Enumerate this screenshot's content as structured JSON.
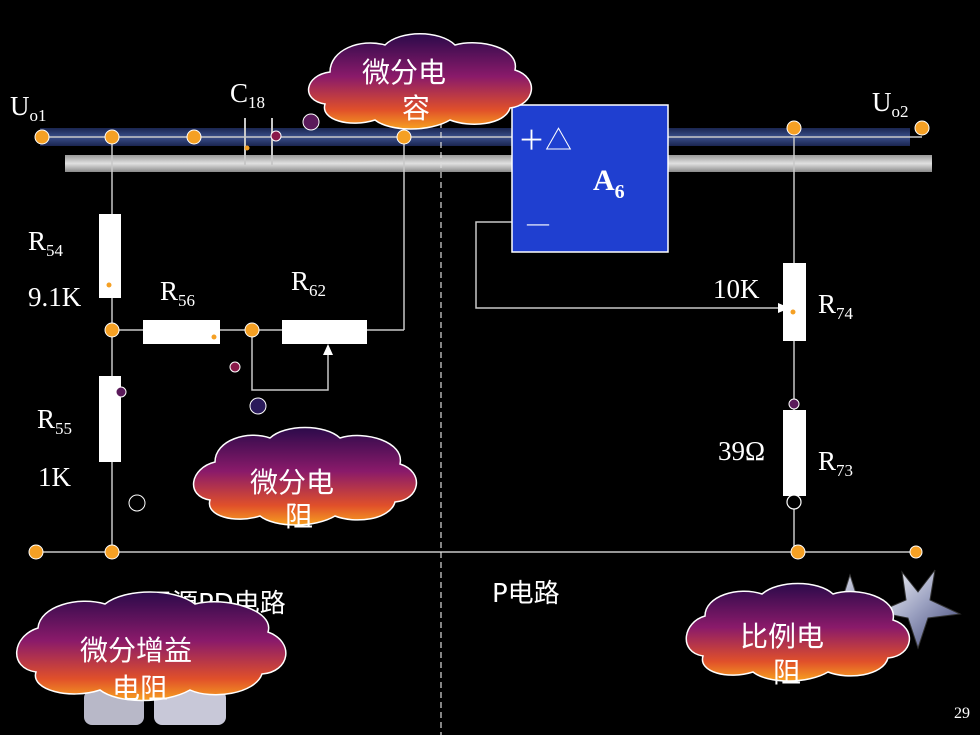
{
  "labels": {
    "uo1": "U",
    "uo1_sub": "o1",
    "uo2": "U",
    "uo2_sub": "o2",
    "c18": "C",
    "c18_sub": "18",
    "r54": "R",
    "r54_sub": "54",
    "r54_val": "9.1K",
    "r56": "R",
    "r56_sub": "56",
    "r62": "R",
    "r62_sub": "62",
    "r55": "R",
    "r55_sub": "55",
    "r55_val": "1K",
    "r74": "R",
    "r74_sub": "74",
    "r74_val": "10K",
    "r73": "R",
    "r73_sub": "73",
    "r73_val": "39Ω",
    "amp": "A",
    "amp_sub": "6",
    "amp_plus": "＋△",
    "amp_minus": "—",
    "passive_pd": "无源PD电路",
    "p_circuit": "P电路",
    "page_number": "29"
  },
  "callouts": {
    "diff_capacitor": [
      "微分电",
      "容"
    ],
    "diff_resistor": [
      "微分电",
      "阻"
    ],
    "diff_gain_resistor": [
      "微分增益",
      "电阻"
    ],
    "prop_resistor": [
      "比例电",
      "阻"
    ]
  },
  "colors": {
    "background": "#000000",
    "wire": "#c8c8c8",
    "node": "#f5a024",
    "amp_fill": "#1f3fd0",
    "bus": "#2a3a6a"
  }
}
